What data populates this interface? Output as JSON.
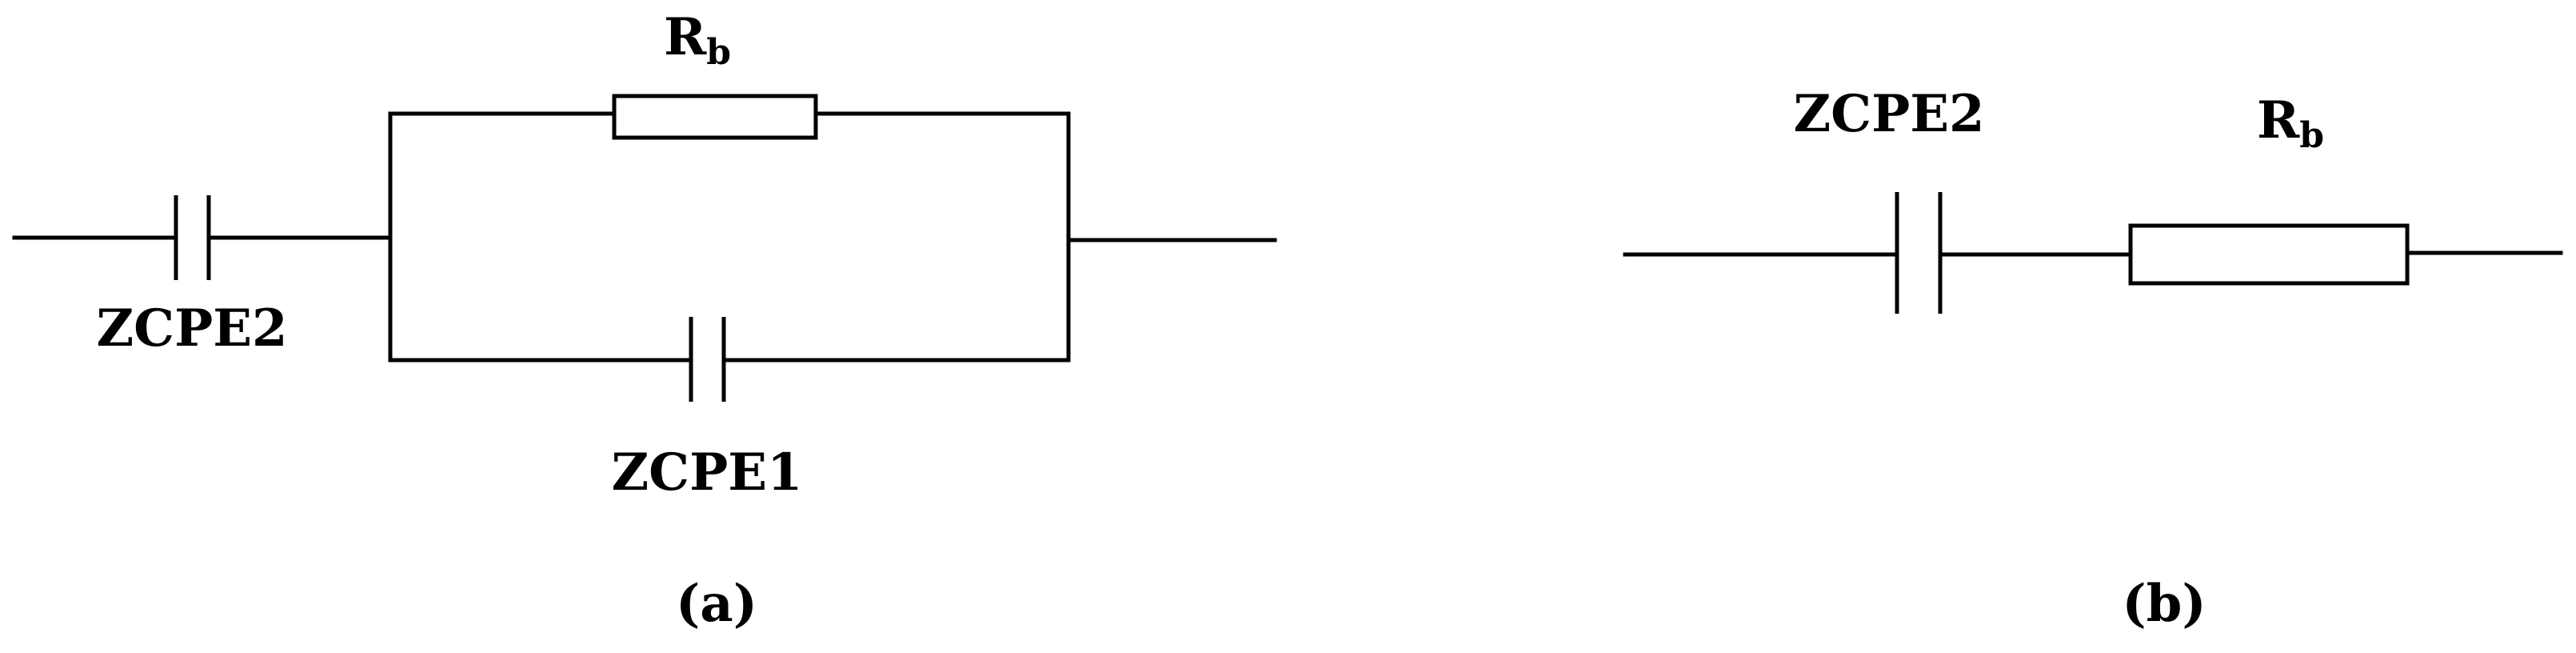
{
  "circuit_a": {
    "resistor_label": "R",
    "resistor_subscript": "b",
    "series_cpe_label": "ZCPE2",
    "parallel_cpe_label": "ZCPE1",
    "caption": "(a)"
  },
  "circuit_b": {
    "cpe_label": "ZCPE2",
    "resistor_label": "R",
    "resistor_subscript": "b",
    "caption": "(b)"
  }
}
